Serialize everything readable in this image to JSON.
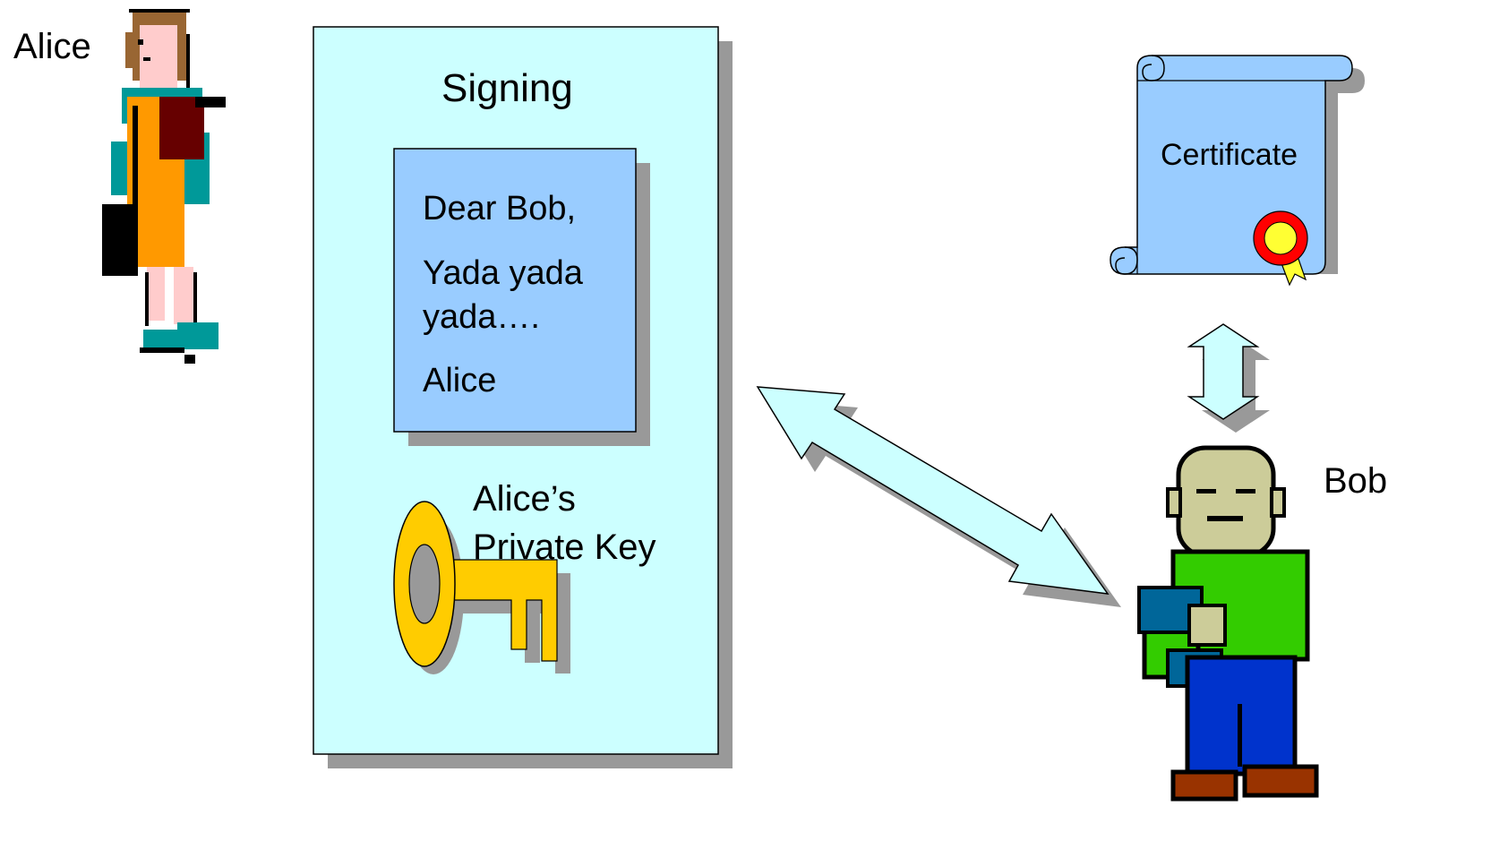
{
  "people": {
    "alice": {
      "name": "Alice"
    },
    "bob": {
      "name": "Bob"
    }
  },
  "signing_panel": {
    "title": "Signing",
    "letter": {
      "greeting": "Dear Bob,",
      "body": "Yada yada\nyada….",
      "signature": "Alice"
    },
    "key_caption": "Alice’s\nPrivate Key"
  },
  "certificate": {
    "label": "Certificate"
  },
  "icons": [
    "alice-figure-icon",
    "bob-figure-icon",
    "key-icon",
    "certificate-scroll-icon",
    "seal-icon",
    "double-arrow-icon"
  ],
  "colors": {
    "panel_fill": "#ccffff",
    "letter_fill": "#99ccff",
    "certificate_fill": "#99ccff",
    "arrow_fill": "#ccffff",
    "shadow": "#999999",
    "key_fill": "#ffcc00"
  }
}
